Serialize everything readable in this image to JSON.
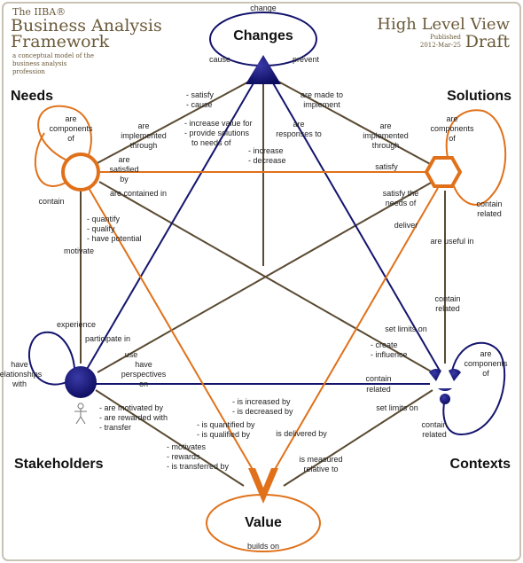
{
  "header": {
    "brand": "The IIBA®",
    "title_line1": "Business Analysis",
    "title_line2": "Framework",
    "subtitle_line1": "a conceptual model of the",
    "subtitle_line2": "business analysis",
    "subtitle_line3": "profession",
    "view_title": "High Level View",
    "status_line1": "Published",
    "status_line2": "2012-Mar-25",
    "draft": "Draft"
  },
  "nodes": {
    "changes": "Changes",
    "needs": "Needs",
    "solutions": "Solutions",
    "stakeholders": "Stakeholders",
    "contexts": "Contexts",
    "value": "Value"
  },
  "self_loops": {
    "changes": "change",
    "needs_line1": "are",
    "needs_line2": "components",
    "needs_line3": "of",
    "needs_bottom": "contain",
    "solutions_line1": "are",
    "solutions_line2": "components",
    "solutions_line3": "of",
    "solutions_bottom1": "contain",
    "solutions_bottom2": "related",
    "stakeholders_line1": "have",
    "stakeholders_line2": "relationships",
    "stakeholders_line3": "with",
    "contexts_line1": "are",
    "contexts_line2": "components",
    "contexts_line3": "of",
    "contexts_bottom1": "contain",
    "contexts_bottom2": "related",
    "value": "builds on"
  },
  "edge_labels": {
    "cause": "cause",
    "prevent": "prevent",
    "satisfy_cause_1": "- satisfy",
    "satisfy_cause_2": "- cause",
    "increase_value_1": "- increase value for",
    "increase_value_2": "- provide solutions",
    "increase_value_3": "to needs of",
    "increase_decrease_1": "- increase",
    "increase_decrease_2": "- decrease",
    "are_made_to_1": "are made to",
    "are_made_to_2": "implement",
    "are_responses_1": "are",
    "are_responses_2": "responses to",
    "needs_implemented_1": "are",
    "needs_implemented_2": "implemented",
    "needs_implemented_3": "through",
    "solutions_implemented_1": "are",
    "solutions_implemented_2": "implemented",
    "solutions_implemented_3": "through",
    "are_satisfied_1": "are",
    "are_satisfied_2": "satisfied",
    "are_satisfied_3": "by",
    "satisfy": "satisfy",
    "are_contained_in": "are contained in",
    "satisfy_needs_1": "satisfy the",
    "satisfy_needs_2": "needs of",
    "quantify_1": "- quantify",
    "quantify_2": "- qualify",
    "quantify_3": "- have potential",
    "deliver": "deliver",
    "motivate": "motivate",
    "are_useful_in": "are useful in",
    "experience": "experience",
    "participate_in": "participate in",
    "use": "use",
    "contain_related_1": "contain",
    "contain_related_2": "related",
    "set_limits_on_upper": "set limits on",
    "create_1": "- create",
    "create_2": "- influence",
    "have_perspectives_1": "have",
    "have_perspectives_2": "perspectives",
    "have_perspectives_3": "on",
    "contain_related_h1": "contain",
    "contain_related_h2": "related",
    "motivated_1": "- are motivated by",
    "motivated_2": "- are rewarded with",
    "motivated_3": "- transfer",
    "set_limits_on_lower": "set limits on",
    "increased_1": "- is increased by",
    "increased_2": "- is decreased by",
    "quantified_1": "- is quantified by",
    "quantified_2": "- is qualified by",
    "motivates_1": "- motivates",
    "motivates_2": "- rewards",
    "motivates_3": "- is transferred by",
    "delivered_by": "is delivered by",
    "measured_1": "is measured",
    "measured_2": "relative to"
  },
  "colors": {
    "navy": "#14146e",
    "orange": "#e0711a",
    "brown": "#5a4a32",
    "frame": "#c9c3b4"
  }
}
